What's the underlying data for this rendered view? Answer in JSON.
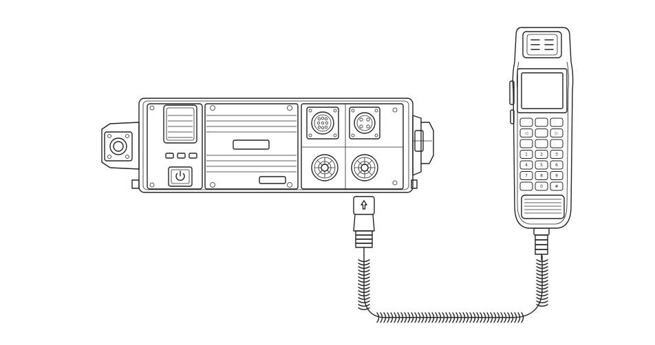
{
  "figure": {
    "background": "#ffffff",
    "line_color": "#222222"
  },
  "keypad": {
    "rows": [
      [
        "",
        "",
        ""
      ],
      [
        "◁",
        "",
        "▷"
      ],
      [
        "",
        "",
        ""
      ],
      [
        "1",
        "2",
        "3"
      ],
      [
        "4",
        "5",
        "6"
      ],
      [
        "7",
        "8",
        "9"
      ],
      [
        "",
        "0",
        "#"
      ]
    ]
  }
}
